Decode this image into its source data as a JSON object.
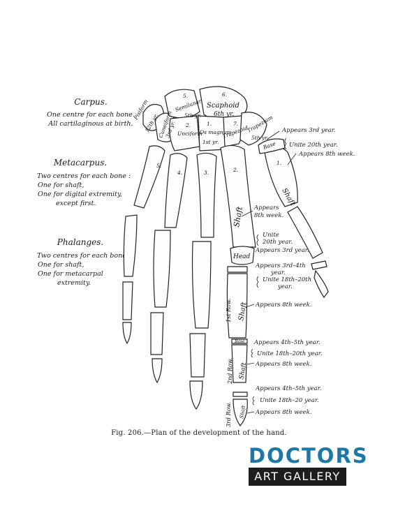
{
  "left_notes": {
    "carpus": {
      "title": "Carpus.",
      "lines": [
        "One centre for each bone.",
        "All cartilaginous at birth."
      ]
    },
    "metacarpus": {
      "title": "Metacarpus.",
      "lines": [
        "Two centres for each bone :",
        "One for shaft,",
        "One for digital extremity,",
        "except first."
      ]
    },
    "phalanges": {
      "title": "Phalanges.",
      "lines": [
        "Two centres for each bone :",
        "One for shaft,",
        "One for metacarpal",
        "extremity."
      ]
    }
  },
  "bone_labels": {
    "pisiform": "Pisiform",
    "pisiform_age": "12th yr.",
    "cuneiform": "Cuneiform",
    "cuneiform_age": "3rd yr.",
    "semilunar": "Semilunar",
    "semilunar_num": "5.",
    "semilunar_age": "5th yr.",
    "scaphoid": "Scaphoid",
    "scaphoid_num": "6.",
    "scaphoid_age": "6th yr.",
    "unciform": "Unciform",
    "unciform_num": "2.",
    "magnum": "Os magnum",
    "magnum_num": "1.",
    "magnum_age": "1st yr.",
    "trapezoid": "Trapezoid",
    "trapezoid_num": "7.",
    "trapezium": "Trapezium",
    "trapezium_age": "5th yr.",
    "meta_5": "5.",
    "meta_4": "4.",
    "meta_3": "3.",
    "meta_2": "2.",
    "thumb_1": "1.",
    "base": "Base",
    "shaft_thumb": "Shaft",
    "shaft_index": "Shaft",
    "head": "Head",
    "row1": "1st Row.",
    "row1_shaft": "Shaft",
    "row2": "2nd Row.",
    "row2_shaft": "Shaft",
    "row3": "3rd Row.",
    "row3_shaft": "Shaft",
    "base_row2": "Base"
  },
  "right_labels": {
    "thumb_appears_3": "Appears 3rd year.",
    "thumb_unite_20": "Unite 20th year.",
    "thumb_appears_8w": "Appears 8th week.",
    "meta_appears": "Appears",
    "meta_8w": "8th week.",
    "meta_unite": "Unite",
    "meta_20": "20th year.",
    "meta_appears_3": "Appears 3rd year.",
    "r1_appears_34": "Appears 3rd–4th",
    "r1_year": "year.",
    "r1_unite": "Unite 18th–20th",
    "r1_unite_year": "year.",
    "r1_appears_8w": "Appears 8th week.",
    "r2_appears_45": "Appears 4th–5th year.",
    "r2_unite": "Unite 18th–20th year.",
    "r2_appears_8w": "Appears 8th week.",
    "r3_appears_45": "Appears 4th–5th year.",
    "r3_unite": "Unite 18th–20 year.",
    "r3_appears_8w": "Appears 8th week."
  },
  "caption": "Fig. 206.—Plan of the development of the hand.",
  "logo": {
    "top": "DOCTORS",
    "bottom": "ART GALLERY",
    "colors": {
      "top": "#1d78a8",
      "bottom_bg": "#1d1d1d"
    }
  }
}
